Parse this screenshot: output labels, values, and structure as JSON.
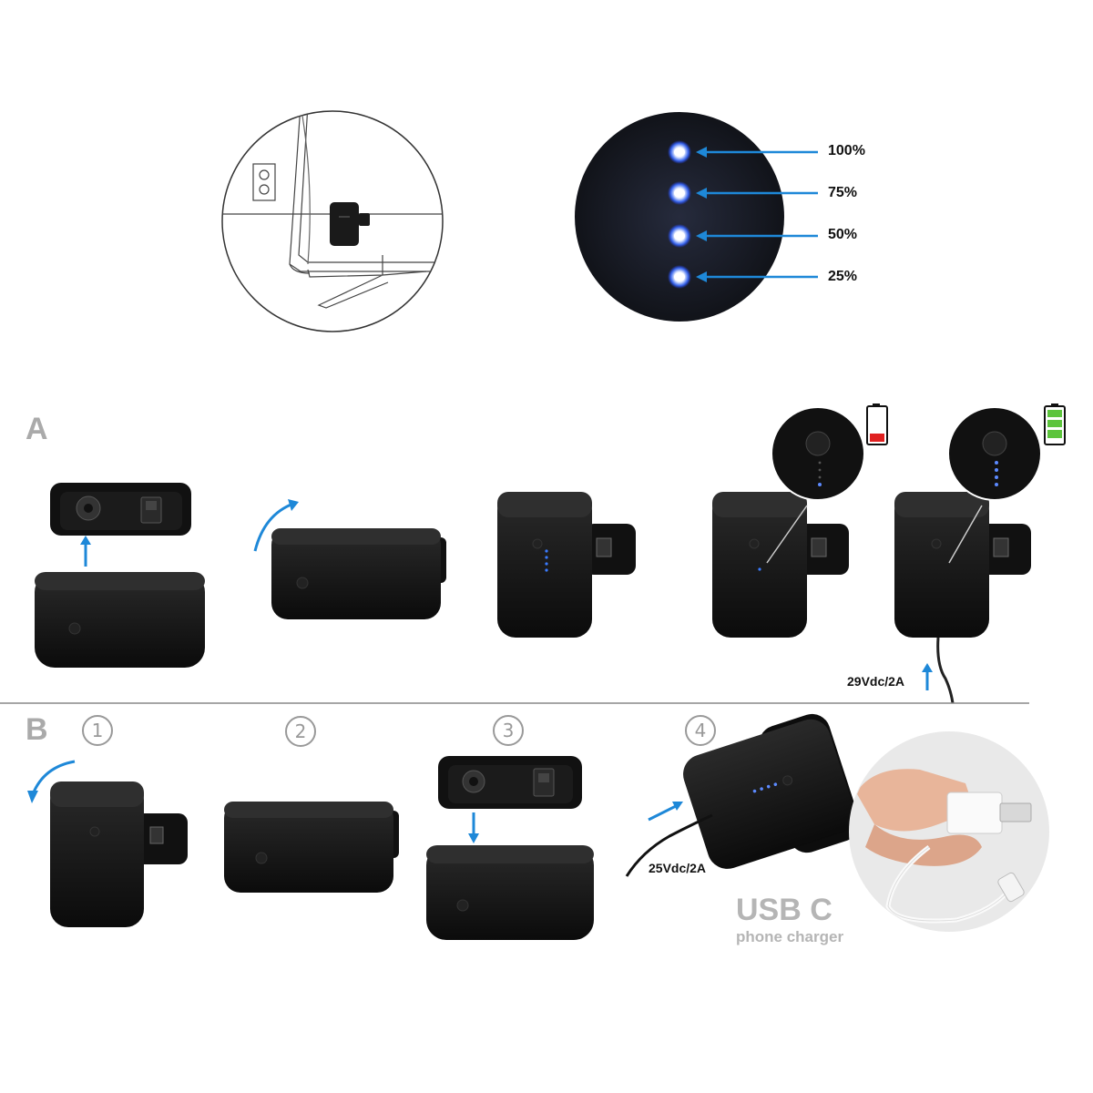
{
  "indicator": {
    "levels": [
      "100%",
      "75%",
      "50%",
      "25%"
    ],
    "led_color": "#3a7bff",
    "arrow_color": "#1e88d8"
  },
  "section_a": {
    "label": "A",
    "voltage_label": "29Vdc/2A",
    "battery_low_color": "#e02020",
    "battery_full_color": "#5cc43c"
  },
  "section_b": {
    "label": "B",
    "steps": [
      "1",
      "2",
      "3",
      "4"
    ],
    "voltage_label": "25Vdc/2A"
  },
  "usb": {
    "title": "USB C",
    "subtitle": "phone charger"
  },
  "icons": [
    "wall-outlet-icon",
    "battery-low-icon",
    "battery-full-icon",
    "rotate-arrow-icon",
    "blue-arrow-icon"
  ]
}
